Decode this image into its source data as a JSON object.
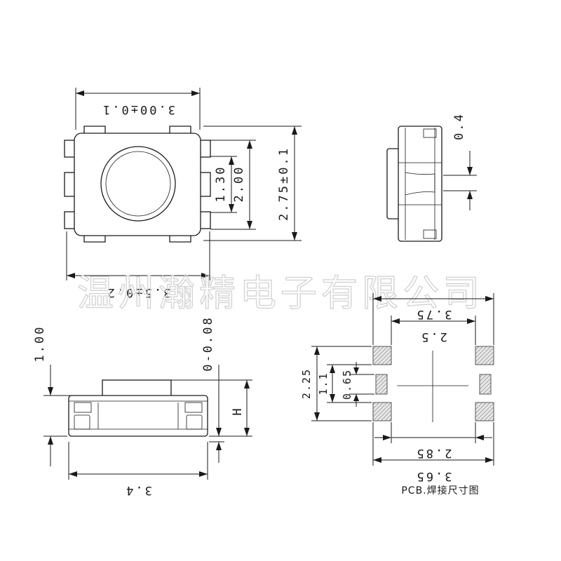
{
  "watermark": "温州瀚精电子有限公司",
  "top_view": {
    "width_label": "3.00±0.1",
    "overall_width_label": "3.5±0.2",
    "height_label": "2.75±0.1",
    "dim_200": "2.00",
    "dim_130": "1.30"
  },
  "side_view": {
    "dim_04": "0.4"
  },
  "front_view": {
    "height_label": "1.00",
    "tolerance_label": "0-0.08",
    "h_label": "H",
    "width_label": "3.4"
  },
  "pcb": {
    "dim_375": "3.75",
    "dim_25": "2.5",
    "dim_225": "2.25",
    "dim_11": "1.1",
    "dim_065": "0.65",
    "dim_285": "2.85",
    "dim_365": "3.65",
    "caption": "PCB.焊接尺寸图"
  },
  "colors": {
    "line": "#1a1a1a",
    "watermark": "#d2d2d2",
    "pad_hatch": "#777777"
  }
}
